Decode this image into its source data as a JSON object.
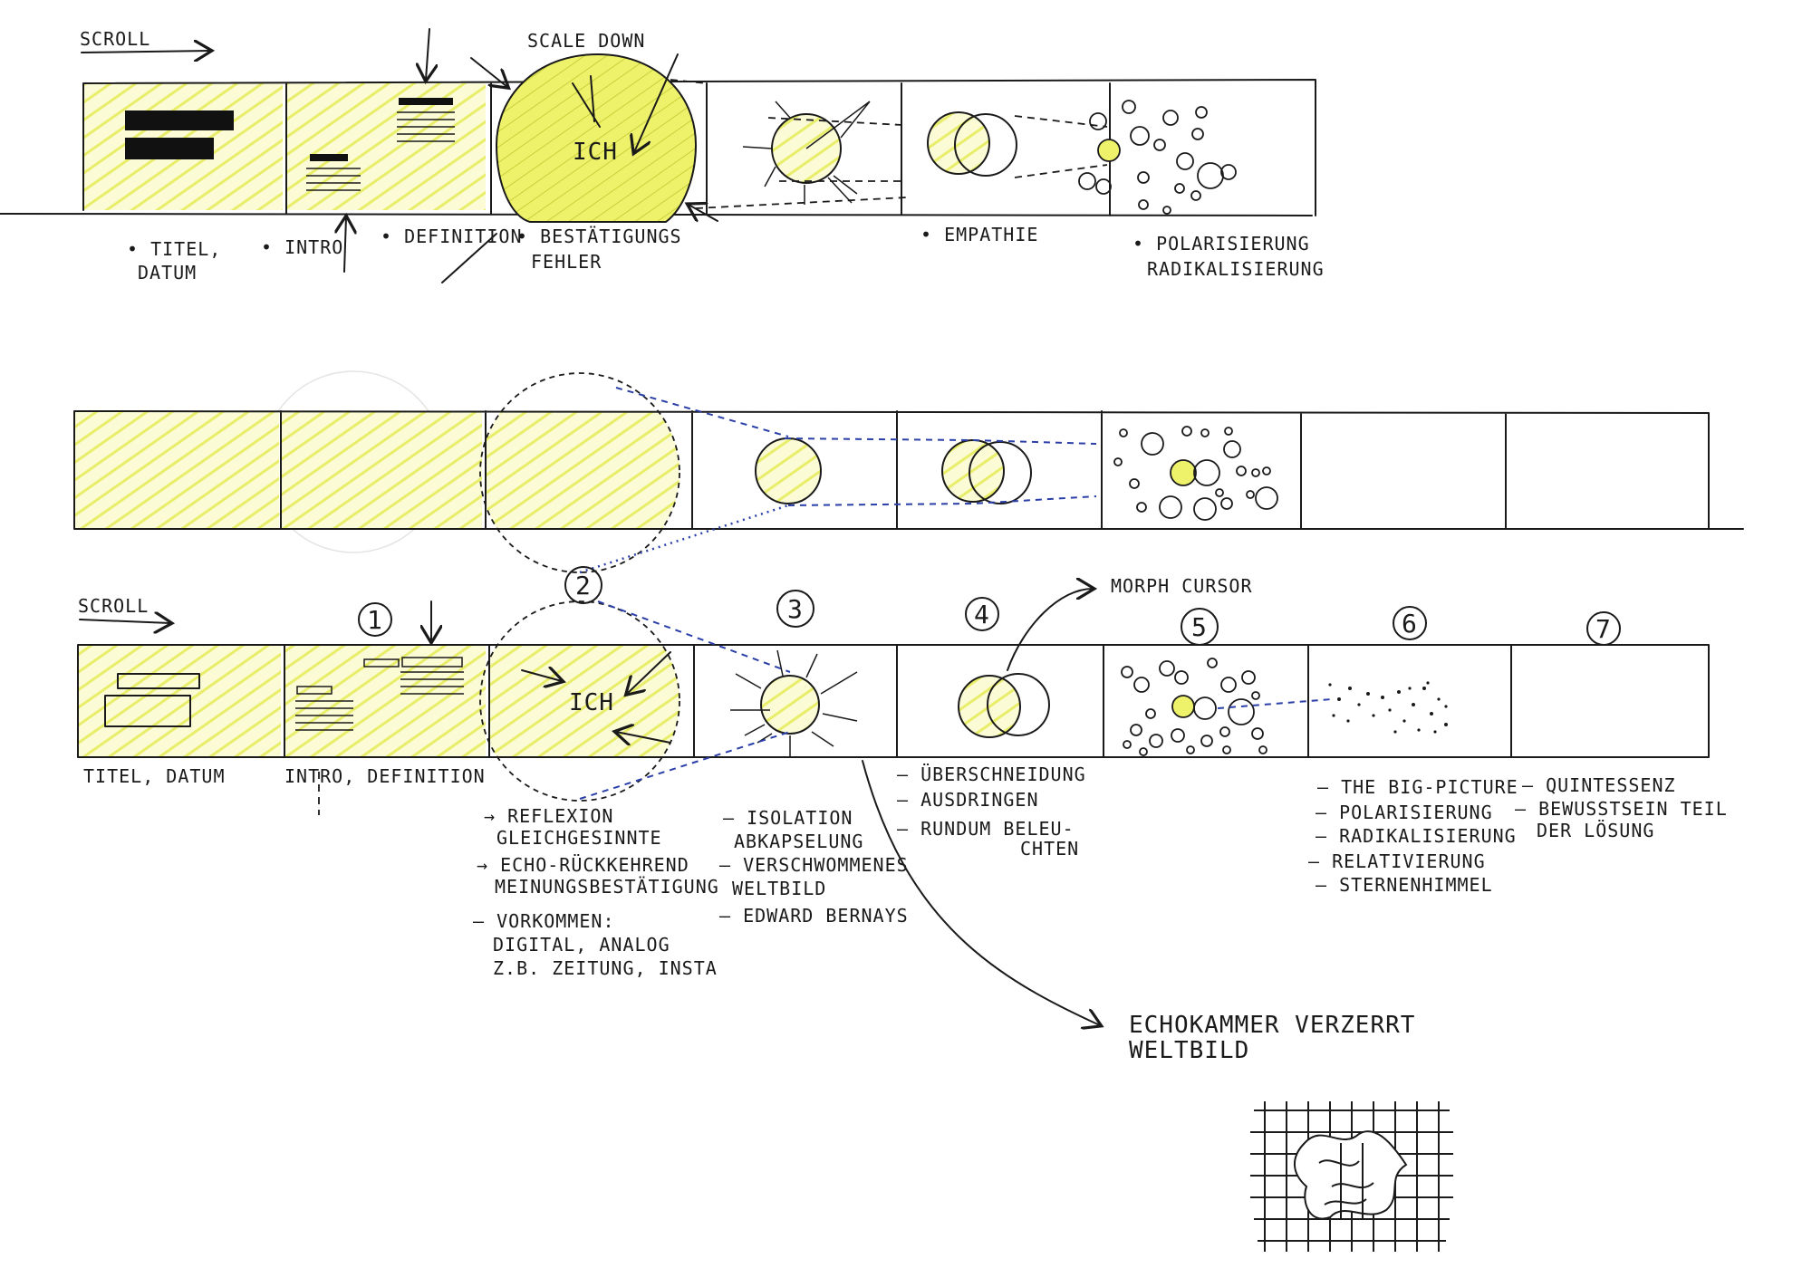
{
  "scroll_label": "SCROLL",
  "row1": {
    "heading": "SCALE DOWN",
    "center_word": "ICH",
    "labels": [
      "• TITEL,",
      "DATUM",
      "• INTRO",
      "• DEFINITION",
      "• BESTÄTIGUNGS",
      "FEHLER",
      "• EMPATHIE",
      "• POLARISIERUNG",
      "RADIKALISIERUNG"
    ]
  },
  "row3": {
    "scroll_label": "SCROLL",
    "center_word": "ICH",
    "step_numbers": [
      "1",
      "2",
      "3",
      "4",
      "5",
      "6",
      "7"
    ],
    "morph_label": "MORPH CURSOR",
    "labels": {
      "titel_datum": "TITEL, DATUM",
      "intro_definition": "INTRO, DEFINITION"
    }
  },
  "notes": {
    "col2": [
      "→ REFLEXION",
      "GLEICHGESINNTE",
      "→ ECHO-RÜCKKEHREND",
      "MEINUNGSBESTÄTIGUNG",
      "– VORKOMMEN:",
      "DIGITAL, ANALOG",
      "Z.B. ZEITUNG, INSTA"
    ],
    "col3": [
      "– ISOLATION",
      "ABKAPSELUNG",
      "– VERSCHWOMMENES",
      "WELTBILD",
      "– EDWARD BERNAYS"
    ],
    "col4": [
      "– ÜBERSCHNEIDUNG",
      "– AUSDRINGEN",
      "– RUNDUM BELEU-",
      "CHTEN"
    ],
    "col6": [
      "– THE BIG-PICTURE",
      "– POLARISIERUNG",
      "– RADIKALISIERUNG",
      "– RELATIVIERUNG",
      "– STERNENHIMMEL"
    ],
    "col7": [
      "– QUINTESSENZ",
      "– BEWUSSTSEIN TEIL",
      "DER LÖSUNG"
    ]
  },
  "echo": [
    "ECHOKAMMER VERZERRT",
    "WELTBILD"
  ],
  "colors": {
    "highlight": "#f4f58f",
    "ink": "#1a1a1a",
    "blue": "#2b3fa8"
  },
  "icons": [
    "arrow-right-icon",
    "arrow-down-icon",
    "arrow-up-icon",
    "distorted-grid-icon"
  ]
}
